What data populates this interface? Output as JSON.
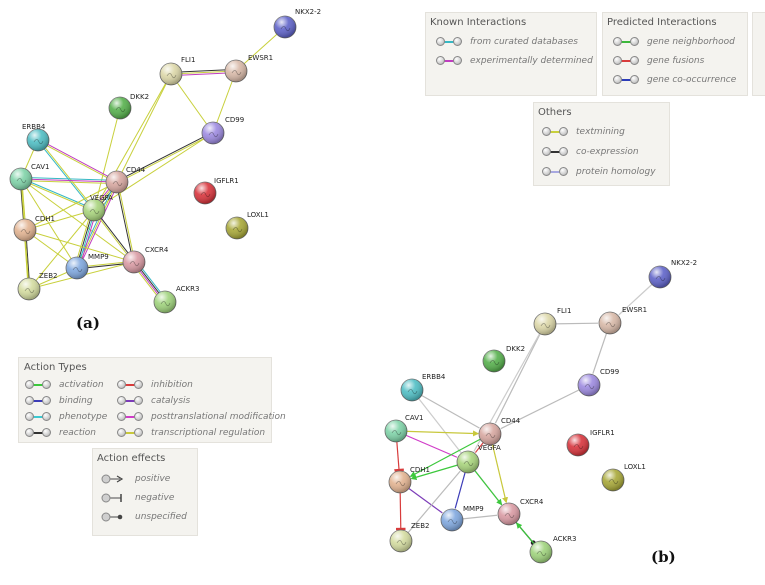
{
  "network_a": {
    "label": "(a)",
    "nodes": [
      {
        "id": "NKX2-2",
        "color": "#5f63c9"
      },
      {
        "id": "EWSR1",
        "color": "#d8b9a8"
      },
      {
        "id": "FLI1",
        "color": "#dcd7a8"
      },
      {
        "id": "DKK2",
        "color": "#56b04c"
      },
      {
        "id": "CD99",
        "color": "#9d8ae0"
      },
      {
        "id": "ERBB4",
        "color": "#4fbec4"
      },
      {
        "id": "CAV1",
        "color": "#7fd3a8"
      },
      {
        "id": "CD44",
        "color": "#d7a7a0"
      },
      {
        "id": "IGFLR1",
        "color": "#d8343c"
      },
      {
        "id": "VEGFA",
        "color": "#a8d47c"
      },
      {
        "id": "CDH1",
        "color": "#e2b391"
      },
      {
        "id": "LOXL1",
        "color": "#a8a838"
      },
      {
        "id": "CXCR4",
        "color": "#d99aa3"
      },
      {
        "id": "MMP9",
        "color": "#7fa7de"
      },
      {
        "id": "ZEB2",
        "color": "#d4dca0"
      },
      {
        "id": "ACKR3",
        "color": "#9fd37c"
      }
    ]
  },
  "network_b": {
    "label": "(b)",
    "nodes": [
      {
        "id": "NKX2-2",
        "color": "#5f63c9"
      },
      {
        "id": "FLI1",
        "color": "#dcd7a8"
      },
      {
        "id": "EWSR1",
        "color": "#d8b9a8"
      },
      {
        "id": "DKK2",
        "color": "#56b04c"
      },
      {
        "id": "CD99",
        "color": "#9d8ae0"
      },
      {
        "id": "ERBB4",
        "color": "#4fbec4"
      },
      {
        "id": "CD44",
        "color": "#d7a7a0"
      },
      {
        "id": "CAV1",
        "color": "#7fd3a8"
      },
      {
        "id": "IGFLR1",
        "color": "#d8343c"
      },
      {
        "id": "VEGFA",
        "color": "#a8d47c"
      },
      {
        "id": "LOXL1",
        "color": "#a8a838"
      },
      {
        "id": "CDH1",
        "color": "#e2b391"
      },
      {
        "id": "CXCR4",
        "color": "#d99aa3"
      },
      {
        "id": "MMP9",
        "color": "#7fa7de"
      },
      {
        "id": "ZEB2",
        "color": "#d4dca0"
      },
      {
        "id": "ACKR3",
        "color": "#9fd37c"
      }
    ]
  },
  "legend_known": {
    "title": "Known Interactions",
    "items": [
      {
        "text": "from curated databases",
        "color": "#36b8c4"
      },
      {
        "text": "experimentally determined",
        "color": "#c03dc0"
      }
    ]
  },
  "legend_predicted": {
    "title": "Predicted Interactions",
    "items": [
      {
        "text": "gene neighborhood",
        "color": "#3cb83c"
      },
      {
        "text": "gene fusions",
        "color": "#d83c3c"
      },
      {
        "text": "gene co-occurrence",
        "color": "#2c3cb8"
      }
    ]
  },
  "legend_others": {
    "title": "Others",
    "items": [
      {
        "text": "textmining",
        "color": "#c8d03c"
      },
      {
        "text": "co-expression",
        "color": "#333333"
      },
      {
        "text": "protein homology",
        "color": "#a8a8e0"
      }
    ]
  },
  "legend_actions": {
    "title": "Action Types",
    "left": [
      {
        "text": "activation",
        "color": "#3cc83c"
      },
      {
        "text": "binding",
        "color": "#3c3cb8"
      },
      {
        "text": "phenotype",
        "color": "#3cc8d0"
      },
      {
        "text": "reaction",
        "color": "#333333"
      }
    ],
    "right": [
      {
        "text": "inhibition",
        "color": "#d83c3c"
      },
      {
        "text": "catalysis",
        "color": "#7c3cb8"
      },
      {
        "text": "posttranslational modification",
        "color": "#d03cc8"
      },
      {
        "text": "transcriptional regulation",
        "color": "#c8c83c"
      }
    ]
  },
  "legend_effects": {
    "title": "Action effects",
    "items": [
      {
        "text": "positive",
        "end": "arrow"
      },
      {
        "text": "negative",
        "end": "bar"
      },
      {
        "text": "unspecified",
        "end": "dot"
      }
    ]
  }
}
